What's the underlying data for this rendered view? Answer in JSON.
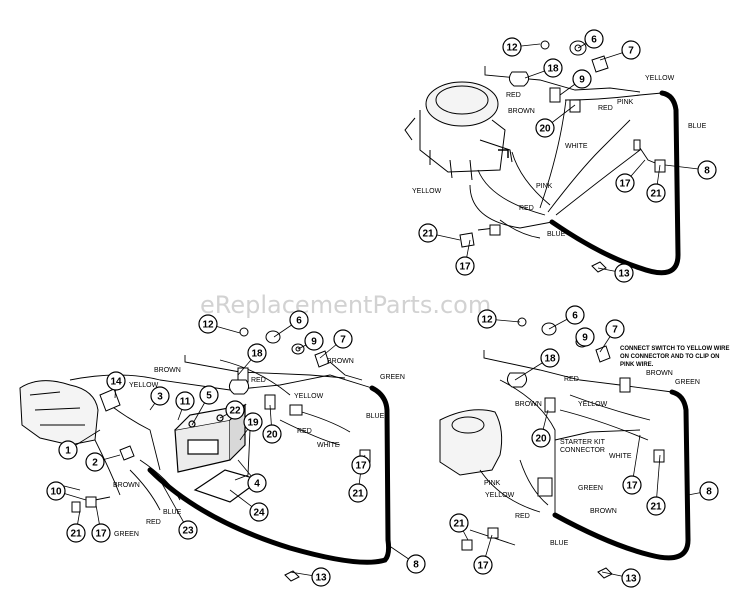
{
  "watermark": "eReplacementParts.com",
  "wire_colors": [
    "YELLOW",
    "BROWN",
    "RED",
    "PINK",
    "BLUE",
    "WHITE",
    "GREEN"
  ],
  "top_diagram": {
    "callouts": [
      "12",
      "6",
      "7",
      "18",
      "9",
      "20",
      "8",
      "17",
      "21",
      "21",
      "17",
      "13"
    ],
    "wire_labels": [
      "YELLOW",
      "RED",
      "BROWN",
      "PINK",
      "RED",
      "WHITE",
      "BLUE",
      "YELLOW",
      "PINK",
      "RED",
      "BLUE"
    ]
  },
  "left_diagram": {
    "callouts": [
      "12",
      "6",
      "9",
      "7",
      "18",
      "14",
      "3",
      "11",
      "5",
      "22",
      "19",
      "20",
      "1",
      "2",
      "10",
      "21",
      "17",
      "23",
      "4",
      "24",
      "17",
      "21",
      "8",
      "13"
    ],
    "wire_labels": [
      "YELLOW",
      "BROWN",
      "RED",
      "BROWN",
      "GREEN",
      "YELLOW",
      "BLUE",
      "RED",
      "WHITE",
      "BROWN",
      "RED",
      "BLUE",
      "GREEN"
    ]
  },
  "right_diagram": {
    "callouts": [
      "12",
      "6",
      "9",
      "7",
      "18",
      "20",
      "17",
      "21",
      "8",
      "21",
      "17",
      "13"
    ],
    "note_lines": [
      "CONNECT SWITCH TO YELLOW WIRE",
      "ON CONNECTOR AND TO CLIP ON",
      "PINK WIRE."
    ],
    "starter_kit_label": [
      "STARTER KIT",
      "CONNECTOR"
    ],
    "wire_labels": [
      "BROWN",
      "GREEN",
      "RED",
      "YELLOW",
      "BROWN",
      "WHITE",
      "PINK",
      "YELLOW",
      "GREEN",
      "BROWN",
      "RED",
      "BLUE"
    ]
  }
}
